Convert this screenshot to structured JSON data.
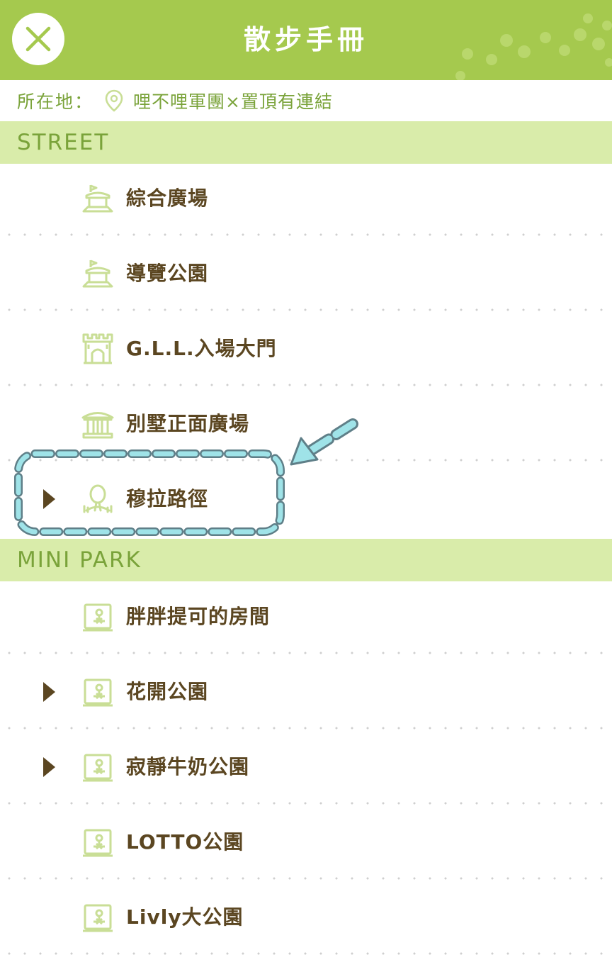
{
  "header": {
    "title": "散步手冊",
    "close_icon": "close-icon",
    "background": "#a5c94e"
  },
  "location": {
    "label": "所在地：",
    "icon": "location-pin-icon",
    "value": "哩不哩軍團×置頂有連結"
  },
  "sections": [
    {
      "title": "STREET",
      "items": [
        {
          "label": "綜合廣場",
          "icon": "plaza-icon",
          "has_children": false
        },
        {
          "label": "導覽公園",
          "icon": "plaza-icon",
          "has_children": false
        },
        {
          "label": "G.L.L.入場大門",
          "icon": "castle-gate-icon",
          "has_children": false
        },
        {
          "label": "別墅正面廣場",
          "icon": "temple-icon",
          "has_children": false
        },
        {
          "label": "穆拉路徑",
          "icon": "tree-path-icon",
          "has_children": true,
          "highlighted": true
        }
      ]
    },
    {
      "title": "MINI PARK",
      "items": [
        {
          "label": "胖胖提可的房間",
          "icon": "park-map-icon",
          "has_children": false
        },
        {
          "label": "花開公園",
          "icon": "park-map-icon",
          "has_children": true
        },
        {
          "label": "寂靜牛奶公園",
          "icon": "park-map-icon",
          "has_children": true
        },
        {
          "label": "LOTTO公園",
          "icon": "park-map-icon",
          "has_children": false
        },
        {
          "label": "Livly大公園",
          "icon": "park-map-icon",
          "has_children": false
        }
      ]
    }
  ],
  "colors": {
    "accent": "#a5c94e",
    "section_bg": "#d9ecaa",
    "section_text": "#7aa33a",
    "item_text": "#5b4621",
    "icon": "#c9de96",
    "annotation": "#9fe3e8"
  }
}
